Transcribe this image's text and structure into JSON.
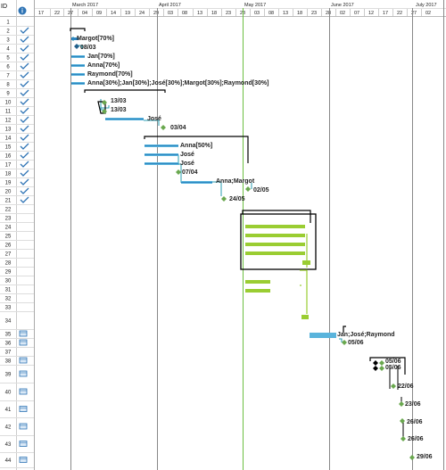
{
  "header": {
    "index_icon": "info-icon",
    "months": [
      "March 2017",
      "April 2017",
      "May 2017",
      "June 2017",
      "July 2017"
    ],
    "days": [
      "17",
      "22",
      "27",
      "04",
      "09",
      "14",
      "19",
      "24",
      "29",
      "03",
      "08",
      "13",
      "18",
      "23",
      "28",
      "03",
      "08",
      "13",
      "18",
      "23",
      "28",
      "02",
      "07",
      "12",
      "17",
      "22",
      "27",
      "02"
    ]
  },
  "rows": [
    {
      "id": "1",
      "check": false,
      "cal": false
    },
    {
      "id": "2",
      "check": true,
      "cal": false
    },
    {
      "id": "3",
      "check": true,
      "cal": false
    },
    {
      "id": "4",
      "check": true,
      "cal": false
    },
    {
      "id": "5",
      "check": true,
      "cal": false
    },
    {
      "id": "6",
      "check": true,
      "cal": false
    },
    {
      "id": "7",
      "check": true,
      "cal": false
    },
    {
      "id": "8",
      "check": true,
      "cal": false
    },
    {
      "id": "9",
      "check": true,
      "cal": false
    },
    {
      "id": "10",
      "check": true,
      "cal": false
    },
    {
      "id": "11",
      "check": true,
      "cal": false
    },
    {
      "id": "12",
      "check": true,
      "cal": false
    },
    {
      "id": "13",
      "check": true,
      "cal": false
    },
    {
      "id": "14",
      "check": true,
      "cal": false
    },
    {
      "id": "15",
      "check": true,
      "cal": false
    },
    {
      "id": "16",
      "check": true,
      "cal": false
    },
    {
      "id": "17",
      "check": true,
      "cal": false
    },
    {
      "id": "18",
      "check": true,
      "cal": false
    },
    {
      "id": "19",
      "check": true,
      "cal": false
    },
    {
      "id": "20",
      "check": true,
      "cal": false
    },
    {
      "id": "21",
      "check": true,
      "cal": false
    },
    {
      "id": "22",
      "check": false,
      "cal": false
    },
    {
      "id": "23",
      "check": false,
      "cal": false
    },
    {
      "id": "24",
      "check": false,
      "cal": false
    },
    {
      "id": "25",
      "check": false,
      "cal": false
    },
    {
      "id": "26",
      "check": false,
      "cal": false
    },
    {
      "id": "27",
      "check": false,
      "cal": false
    },
    {
      "id": "28",
      "check": false,
      "cal": false
    },
    {
      "id": "29",
      "check": false,
      "cal": false
    },
    {
      "id": "30",
      "check": false,
      "cal": false
    },
    {
      "id": "31",
      "check": false,
      "cal": false
    },
    {
      "id": "32",
      "check": false,
      "cal": false
    },
    {
      "id": "33",
      "check": false,
      "cal": false
    },
    {
      "id": "34",
      "check": false,
      "cal": false
    },
    {
      "id": "35",
      "check": false,
      "cal": true
    },
    {
      "id": "36",
      "check": false,
      "cal": true
    },
    {
      "id": "37",
      "check": false,
      "cal": false
    },
    {
      "id": "38",
      "check": false,
      "cal": true
    },
    {
      "id": "39",
      "check": false,
      "cal": true
    },
    {
      "id": "40",
      "check": false,
      "cal": true
    },
    {
      "id": "41",
      "check": false,
      "cal": true
    },
    {
      "id": "42",
      "check": false,
      "cal": true
    },
    {
      "id": "43",
      "check": false,
      "cal": true
    },
    {
      "id": "44",
      "check": false,
      "cal": true
    }
  ],
  "labels": {
    "r3": "Margot[70%]",
    "r4": "08/03",
    "r5": "Jan[70%]",
    "r6": "Anna[70%]",
    "r7": "Raymond[70%]",
    "r8": "Anna[30%];Jan[30%];José[30%];Margot[30%];Raymond[30%]",
    "r10": "13/03",
    "r11": "13/03",
    "r12": "José",
    "r13": "03/04",
    "r15": "Anna[50%]",
    "r16": "José",
    "r17": "José",
    "r18": "07/04",
    "r19": "Anna;Margot",
    "r20": "02/05",
    "r21": "24/05",
    "r35": "Jan;José;Raymond",
    "r36": "05/06",
    "r38": "05/06",
    "r39": "05/06",
    "r40": "22/06",
    "r41": "23/06",
    "r42": "26/06",
    "r43": "26/06",
    "r44": "29/06"
  },
  "colors": {
    "progress_blue": "#2e86c1",
    "task_blue": "#5ab4dc",
    "task_green": "#9acd32",
    "milestone": "#6aa84f",
    "check": "#2f74b5"
  }
}
